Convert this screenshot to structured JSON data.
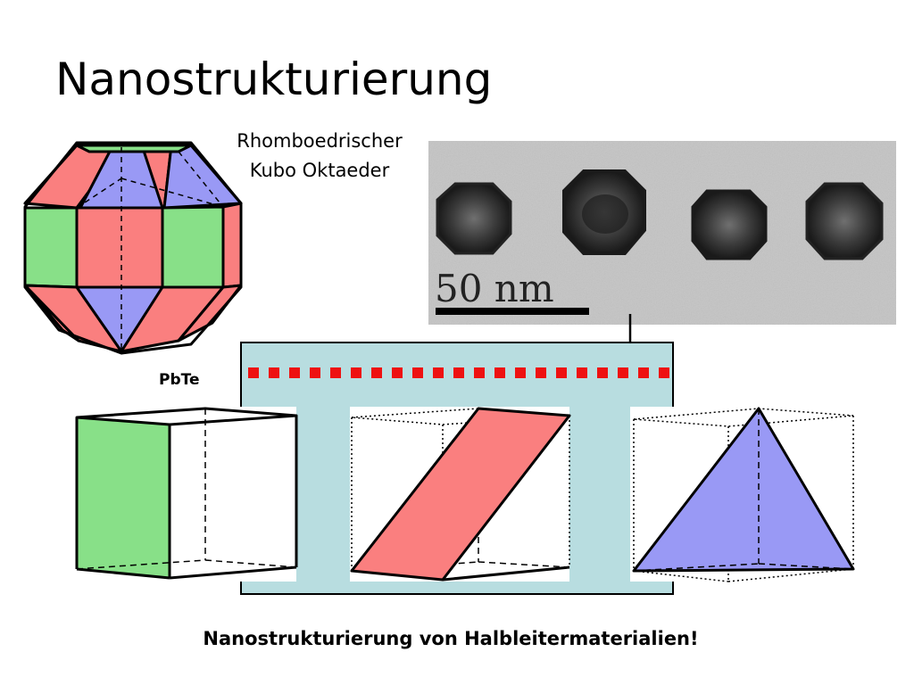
{
  "slide": {
    "title": "Nanostrukturierung",
    "crystal_label": [
      "Rhomboedrischer",
      "Kubo Oktaeder"
    ],
    "material_label": "PbTe",
    "micrograph_scale": "50 nm",
    "footer": "Nanostrukturierung von Halbleitermaterialien!"
  },
  "colors": {
    "red_face": "#fa7f7f",
    "green_face": "#88e088",
    "blue_face": "#9999f5",
    "panel": "#b8dde0",
    "dash_red": "#ee1111"
  },
  "icons": [
    "rhombicuboctahedron",
    "cube-green-face",
    "cube-diagonal-plane",
    "cube-tetrahedron",
    "tem-micrograph",
    "down-arrow"
  ]
}
